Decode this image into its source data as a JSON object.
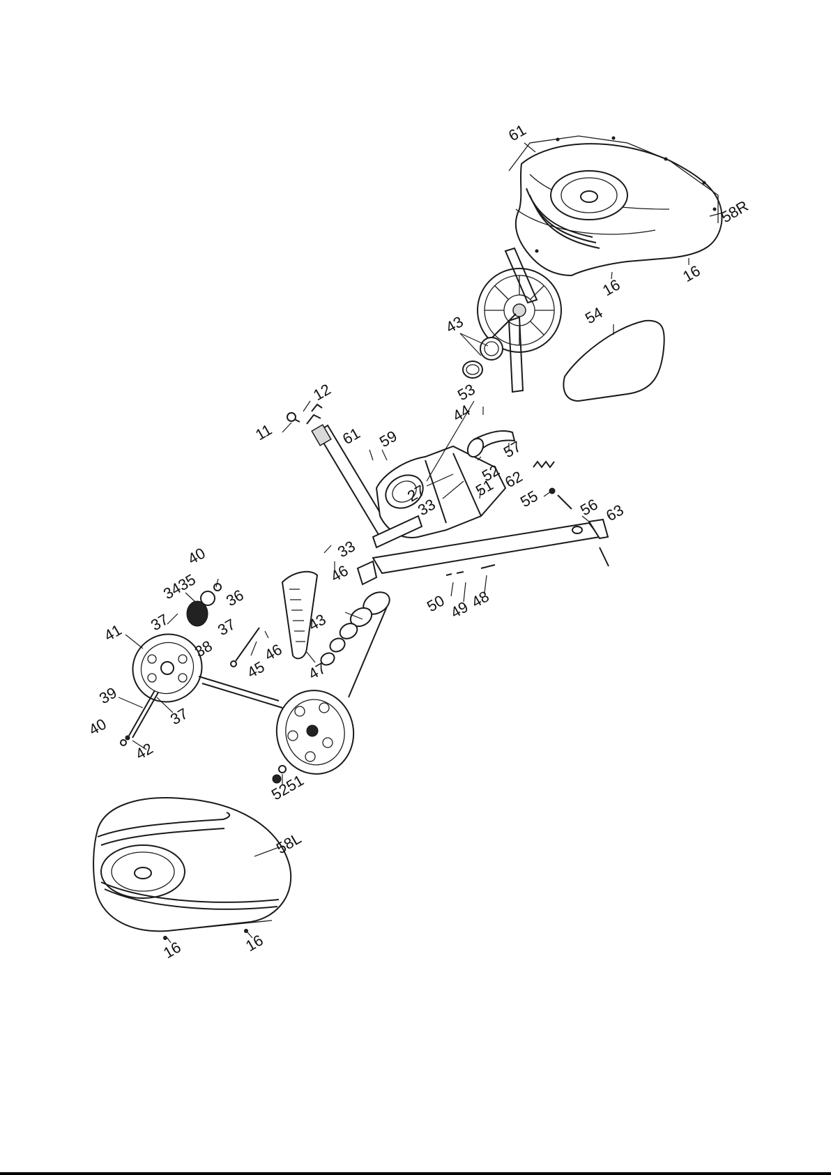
{
  "labels": {
    "l61a": "61",
    "l58R": "58R",
    "l16a": "16",
    "l16b": "16",
    "l43a": "43",
    "l54": "54",
    "l53": "53",
    "l12": "12",
    "l11": "11",
    "l61b": "61",
    "l59": "59",
    "l44": "44",
    "l57": "57",
    "l52a": "52",
    "l62": "62",
    "l27": "27",
    "l33a": "33",
    "l51a": "51",
    "l55": "55",
    "l56": "56",
    "l63": "63",
    "l33b": "33",
    "l46a": "46",
    "l40a": "40",
    "l3435": "3435",
    "l36": "36",
    "l37a": "37",
    "l37b": "37",
    "l38": "38",
    "l41": "41",
    "l43b": "43",
    "l50": "50",
    "l49": "49",
    "l48": "48",
    "l45": "45",
    "l46b": "46",
    "l47": "47",
    "l39": "39",
    "l37c": "37",
    "l40b": "40",
    "l42": "42",
    "l5251": "5251",
    "l58L": "58L",
    "l16c": "16",
    "l16d": "16"
  },
  "colors": {
    "line": "#1a1a1a",
    "background": "#ffffff",
    "shade": "#d9d9d9"
  }
}
